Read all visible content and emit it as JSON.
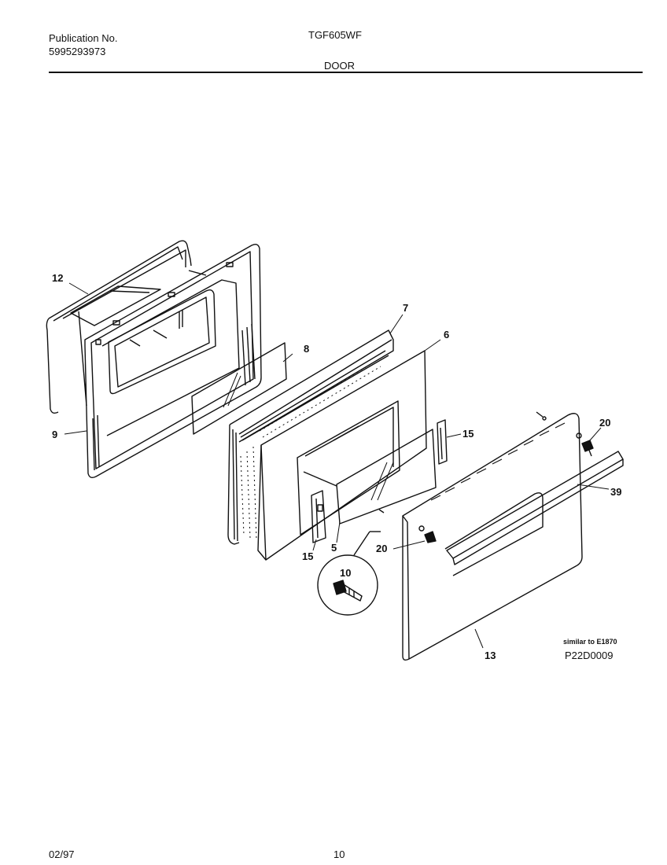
{
  "header": {
    "publication_label": "Publication No.",
    "publication_number": "5995293973",
    "model": "TGF605WF",
    "section": "DOOR"
  },
  "diagram": {
    "callouts": {
      "c12": "12",
      "c9": "9",
      "c8": "8",
      "c7": "7",
      "c6": "6",
      "c15a": "15",
      "c15b": "15",
      "c5": "5",
      "c10": "10",
      "c20a": "20",
      "c20b": "20",
      "c39": "39",
      "c13": "13"
    },
    "note": "similar to E1870",
    "drawing_code": "P22D0009"
  },
  "footer": {
    "date": "02/97",
    "page": "10"
  }
}
